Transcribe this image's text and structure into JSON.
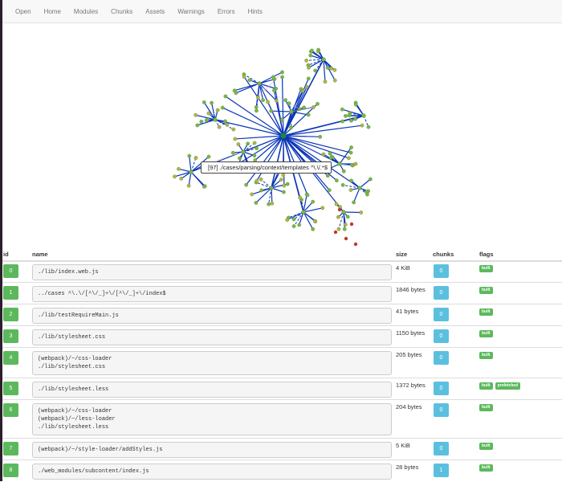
{
  "nav": [
    "Open",
    "Home",
    "Modules",
    "Chunks",
    "Assets",
    "Warnings",
    "Errors",
    "Hints"
  ],
  "graph": {
    "tooltip": "[97] ./cases/parsing/context/templates ^\\.\\/.*$"
  },
  "table": {
    "headers": {
      "id": "id",
      "name": "name",
      "size": "size",
      "chunks": "chunks",
      "flags": "flags"
    },
    "rows": [
      {
        "id": "0",
        "name": [
          "./lib/index.web.js"
        ],
        "size": "4 KiB",
        "chunks": "0",
        "flags": [
          "built"
        ]
      },
      {
        "id": "1",
        "name": [
          "../cases ^\\.\\/[^\\/_]+\\/[^\\/_]+\\/index$"
        ],
        "size": "1846 bytes",
        "chunks": "0",
        "flags": [
          "built"
        ]
      },
      {
        "id": "2",
        "name": [
          "./lib/testRequireMain.js"
        ],
        "size": "41 bytes",
        "chunks": "0",
        "flags": [
          "built"
        ]
      },
      {
        "id": "3",
        "name": [
          "./lib/stylesheet.css"
        ],
        "size": "1150 bytes",
        "chunks": "0",
        "flags": [
          "built"
        ]
      },
      {
        "id": "4",
        "name": [
          "(webpack)/~/css-loader",
          "./lib/stylesheet.css"
        ],
        "size": "205 bytes",
        "chunks": "0",
        "flags": [
          "built"
        ]
      },
      {
        "id": "5",
        "name": [
          "./lib/stylesheet.less"
        ],
        "size": "1372 bytes",
        "chunks": "0",
        "flags": [
          "built",
          "prefetched"
        ]
      },
      {
        "id": "6",
        "name": [
          "(webpack)/~/css-loader",
          "(webpack)/~/less-loader",
          "./lib/stylesheet.less"
        ],
        "size": "204 bytes",
        "chunks": "0",
        "flags": [
          "built"
        ]
      },
      {
        "id": "7",
        "name": [
          "(webpack)/~/style-loader/addStyles.js"
        ],
        "size": "5 KiB",
        "chunks": "0",
        "flags": [
          "built"
        ]
      },
      {
        "id": "8",
        "name": [
          "./web_modules/subcontent/index.js"
        ],
        "size": "28 bytes",
        "chunks": "1",
        "flags": [
          "built"
        ]
      }
    ]
  },
  "colors": {
    "node_green": "#7ab648",
    "node_olive": "#b5b345",
    "edge_blue": "#0a35b8",
    "badge_green": "#5cb85c",
    "badge_blue": "#5bc0de"
  }
}
